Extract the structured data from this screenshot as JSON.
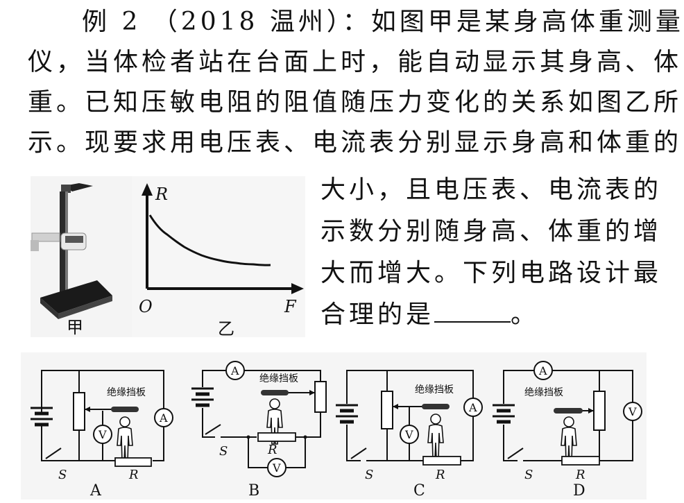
{
  "problem": {
    "lines": [
      "例 2 （2018 温州）：如图甲是某身高体重测量",
      "仪，当体检者站在台面上时，能自动显示其身高、体",
      "重。已知压敏电阻的阻值随压力变化的关系如图乙所",
      "示。现要求用电压表、电流表分别显示身高和体重的",
      "大小，且电压表、电流表的",
      "示数分别随身高、体重的增",
      "大而增大。下列电路设计最"
    ],
    "last_line": "合理的是",
    "last_line_end": "。"
  },
  "figure_jia": {
    "caption": "甲"
  },
  "figure_yi": {
    "caption": "乙",
    "y_axis_label": "R",
    "x_axis_label": "F",
    "origin_label": "O"
  },
  "chart_data": {
    "type": "line",
    "title": "",
    "xlabel": "F",
    "ylabel": "R",
    "x": [
      0,
      1,
      2,
      3,
      4,
      5,
      6,
      7
    ],
    "series": [
      {
        "values": [
          1.0,
          0.72,
          0.54,
          0.42,
          0.35,
          0.31,
          0.29,
          0.28
        ]
      }
    ],
    "grid": false
  },
  "circuits": [
    {
      "option": "A",
      "plate_label": "绝缘挡板",
      "switch_label": "S",
      "resistor_label": "R",
      "voltmeter": "V",
      "ammeter": "A"
    },
    {
      "option": "B",
      "plate_label": "绝缘挡板",
      "switch_label": "S",
      "resistor_label": "R",
      "voltmeter": "V",
      "ammeter": "A"
    },
    {
      "option": "C",
      "plate_label": "绝缘挡板",
      "switch_label": "S",
      "resistor_label": "R",
      "voltmeter": "V",
      "ammeter": "A"
    },
    {
      "option": "D",
      "plate_label": "绝缘挡板",
      "switch_label": "S",
      "resistor_label": "R",
      "voltmeter": "V",
      "ammeter": "A"
    }
  ]
}
